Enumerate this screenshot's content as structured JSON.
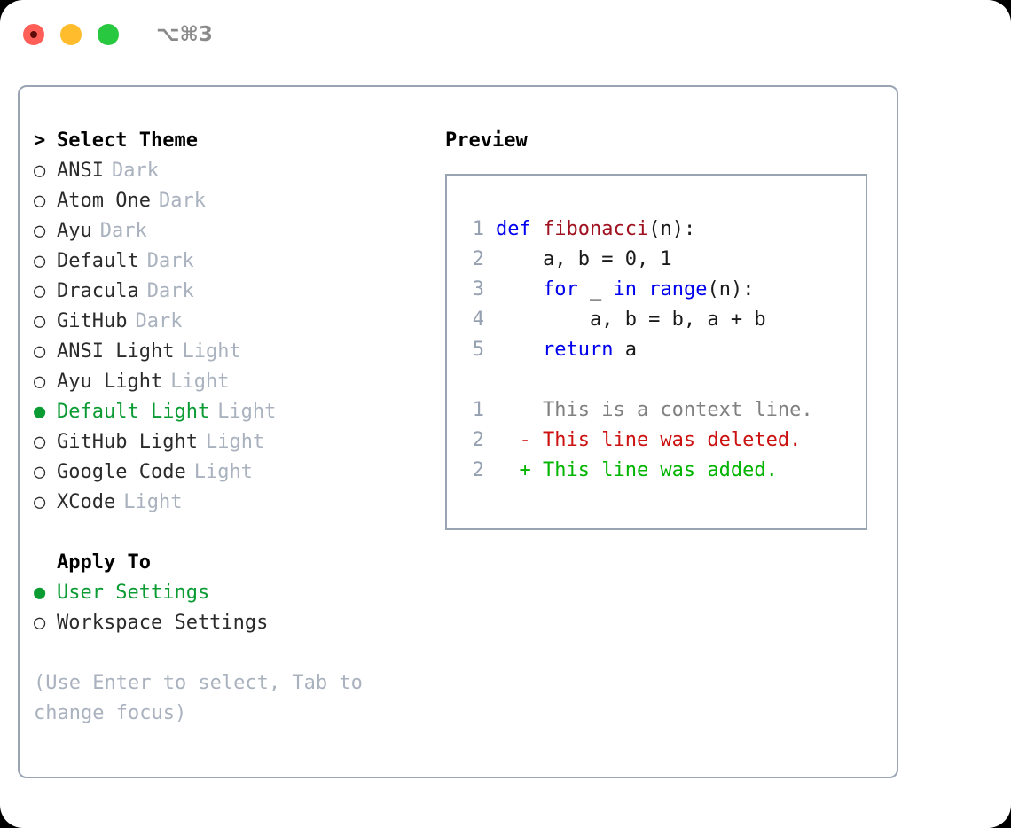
{
  "titlebar": {
    "close_label": "close",
    "minimize_label": "minimize",
    "maximize_label": "maximize",
    "shortcut": "⌥⌘3"
  },
  "colors": {
    "accent_green": "#0a9b33",
    "muted": "#a9b2be",
    "border": "#9aa5b4",
    "keyword_blue": "#0000ee",
    "function_red": "#a0111f",
    "diff_deleted": "#cc1111",
    "diff_added": "#00b400",
    "diff_context": "#808080",
    "line_number": "#95a0b0",
    "traffic_red": "#ff5f57",
    "traffic_yellow": "#ffbd2e",
    "traffic_green": "#28c840"
  },
  "theme_list": {
    "header_marker": ">",
    "header_label": "Select Theme",
    "bullet_selected": "●",
    "bullet_unselected": "○",
    "items": [
      {
        "label": "ANSI",
        "tag": "Dark",
        "selected": false
      },
      {
        "label": "Atom One",
        "tag": "Dark",
        "selected": false
      },
      {
        "label": "Ayu",
        "tag": "Dark",
        "selected": false
      },
      {
        "label": "Default",
        "tag": "Dark",
        "selected": false
      },
      {
        "label": "Dracula",
        "tag": "Dark",
        "selected": false
      },
      {
        "label": "GitHub",
        "tag": "Dark",
        "selected": false
      },
      {
        "label": "ANSI Light",
        "tag": "Light",
        "selected": false
      },
      {
        "label": "Ayu Light",
        "tag": "Light",
        "selected": false
      },
      {
        "label": "Default Light",
        "tag": "Light",
        "selected": true
      },
      {
        "label": "GitHub Light",
        "tag": "Light",
        "selected": false
      },
      {
        "label": "Google Code",
        "tag": "Light",
        "selected": false
      },
      {
        "label": "XCode",
        "tag": "Light",
        "selected": false
      }
    ]
  },
  "apply_to": {
    "title": "Apply To",
    "items": [
      {
        "label": "User Settings",
        "selected": true
      },
      {
        "label": "Workspace Settings",
        "selected": false
      }
    ]
  },
  "hint": "(Use Enter to select, Tab to change focus)",
  "preview": {
    "title": "Preview",
    "code_lines": [
      {
        "no": "1",
        "tokens": [
          {
            "t": "def ",
            "c": "kw"
          },
          {
            "t": "fibonacci",
            "c": "fnname"
          },
          {
            "t": "(n):",
            "c": "plain"
          }
        ]
      },
      {
        "no": "2",
        "tokens": [
          {
            "t": "    a, b = 0, 1",
            "c": "plain"
          }
        ]
      },
      {
        "no": "3",
        "tokens": [
          {
            "t": "    ",
            "c": "plain"
          },
          {
            "t": "for",
            "c": "kw"
          },
          {
            "t": " _ ",
            "c": "plain"
          },
          {
            "t": "in",
            "c": "kw"
          },
          {
            "t": " ",
            "c": "plain"
          },
          {
            "t": "range",
            "c": "kw"
          },
          {
            "t": "(n):",
            "c": "plain"
          }
        ]
      },
      {
        "no": "4",
        "tokens": [
          {
            "t": "        a, b = b, a + b",
            "c": "plain"
          }
        ]
      },
      {
        "no": "5",
        "tokens": [
          {
            "t": "    ",
            "c": "plain"
          },
          {
            "t": "return",
            "c": "kw"
          },
          {
            "t": " a",
            "c": "plain"
          }
        ]
      }
    ],
    "diff_lines": [
      {
        "no": "1",
        "sign": "  ",
        "text": "This is a context line.",
        "c": "ctx"
      },
      {
        "no": "2",
        "sign": "- ",
        "text": "This line was deleted.",
        "c": "del"
      },
      {
        "no": "2",
        "sign": "+ ",
        "text": "This line was added.",
        "c": "add"
      }
    ]
  }
}
